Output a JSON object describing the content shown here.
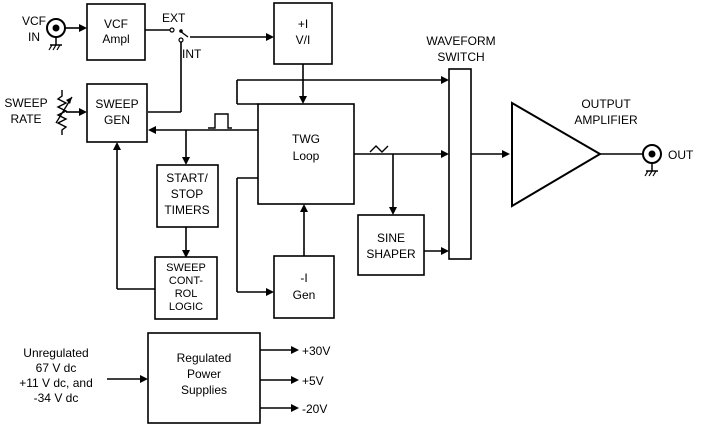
{
  "blocks": {
    "vcf_ampl": [
      "VCF",
      "Ampl"
    ],
    "plus_i": [
      "+I",
      "V/I"
    ],
    "sweep_gen": [
      "SWEEP",
      "GEN"
    ],
    "twg_loop": [
      "TWG",
      "Loop"
    ],
    "start_stop": [
      "START/",
      "STOP",
      "TIMERS"
    ],
    "sweep_control": [
      "SWEEP",
      "CONT-",
      "ROL",
      "LOGIC"
    ],
    "minus_i": [
      "-I",
      "Gen"
    ],
    "sine_shaper": [
      "SINE",
      "SHAPER"
    ],
    "power": [
      "Regulated",
      "Power",
      "Supplies"
    ],
    "output_amplifier": [
      "OUTPUT",
      "AMPLIFIER"
    ],
    "waveform_switch": [
      "WAVEFORM",
      "SWITCH"
    ]
  },
  "labels": {
    "vcf_in": [
      "VCF",
      "IN"
    ],
    "ext": "EXT",
    "int": "INT",
    "sweep_rate": [
      "SWEEP",
      "RATE"
    ],
    "out": "OUT",
    "unregulated": [
      "Unregulated",
      "67 V dc",
      "+11 V dc, and",
      "-34 V dc"
    ],
    "rails": [
      "+30V",
      "+5V",
      "-20V"
    ]
  },
  "colors": {
    "line": "#000000",
    "background": "#ffffff"
  }
}
